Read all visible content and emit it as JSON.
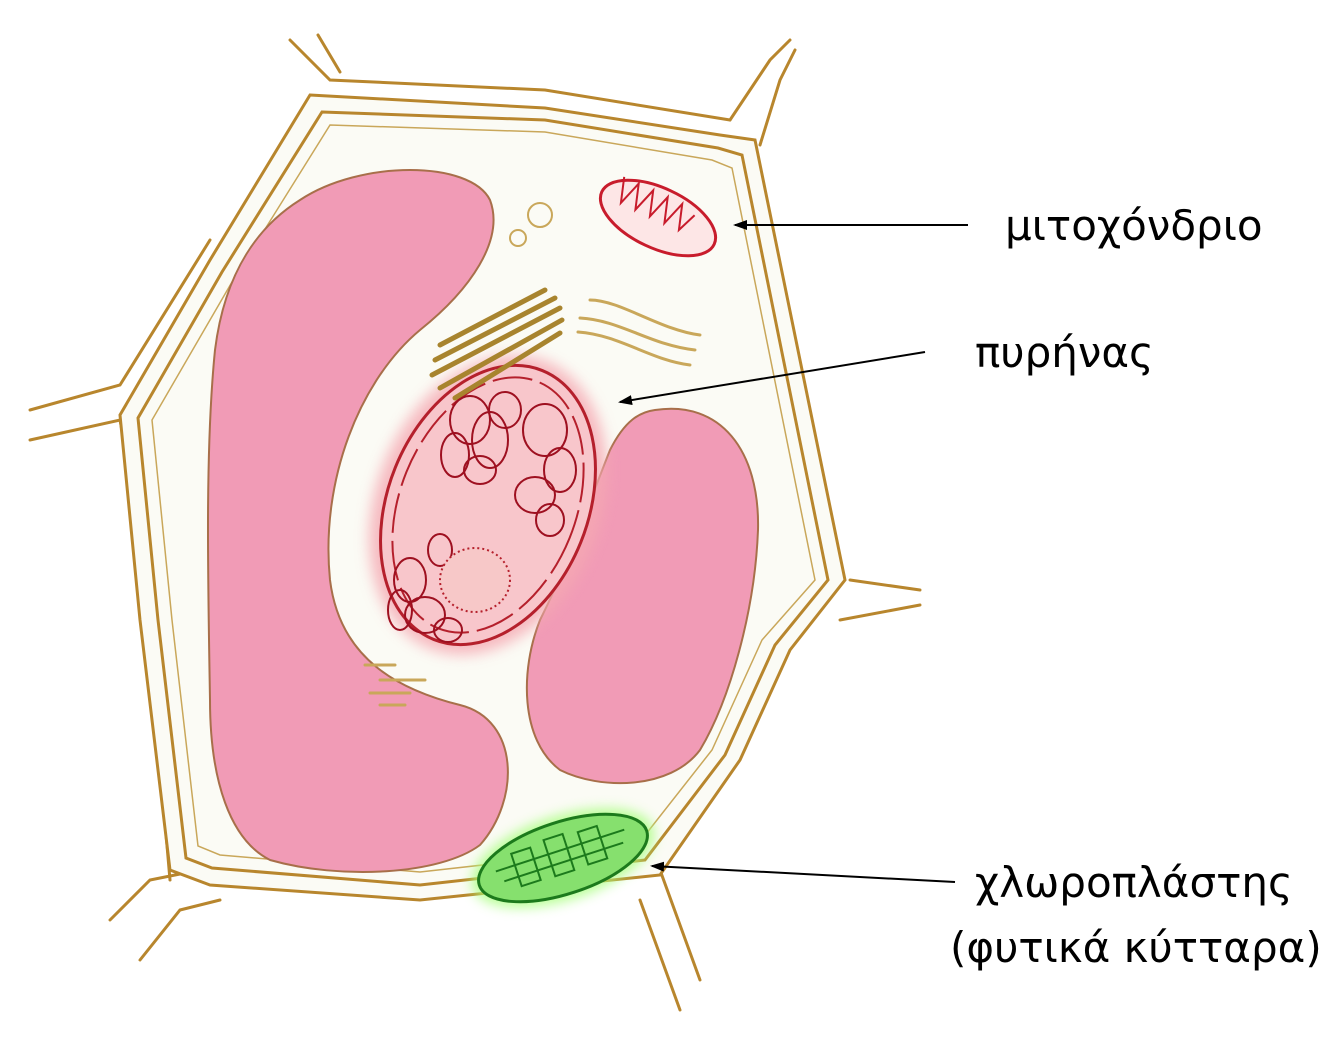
{
  "labels": {
    "mitochondrion": "μιτοχόνδριο",
    "nucleus": "πυρήνας",
    "chloroplast_line1": "χλωροπλάστης",
    "chloroplast_line2": "(φυτικά κύτταρα)"
  },
  "colors": {
    "wall": "#b8862d",
    "vacuole": "#f19bb6",
    "nucleus_fill": "#f8c6cb",
    "nucleus_stroke": "#b5202c",
    "mito_fill": "#fde6e6",
    "mito_stroke": "#c81c2c",
    "chloroplast_fill": "#86e06e",
    "chloroplast_stroke": "#1c7a1c",
    "golgi": "#c9a75a",
    "er": "#a8842e",
    "arrow": "#000000"
  }
}
